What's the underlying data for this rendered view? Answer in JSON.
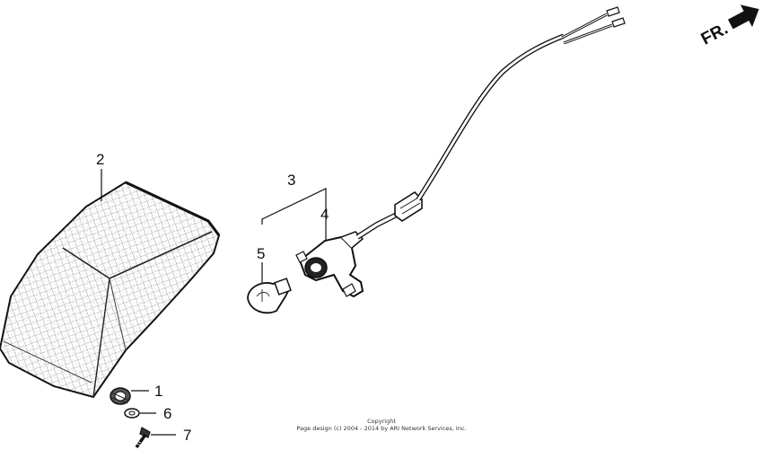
{
  "callouts": {
    "p1": "1",
    "p2": "2",
    "p3": "3",
    "p4": "4",
    "p5": "5",
    "p6": "6",
    "p7": "7"
  },
  "direction_label": "FR.",
  "icons": {
    "direction_arrow": "front-direction-arrow-icon"
  },
  "copyright": {
    "line1": "Copyright",
    "line2": "Page design (c) 2004 - 2014 by ARI Network Services, Inc."
  }
}
